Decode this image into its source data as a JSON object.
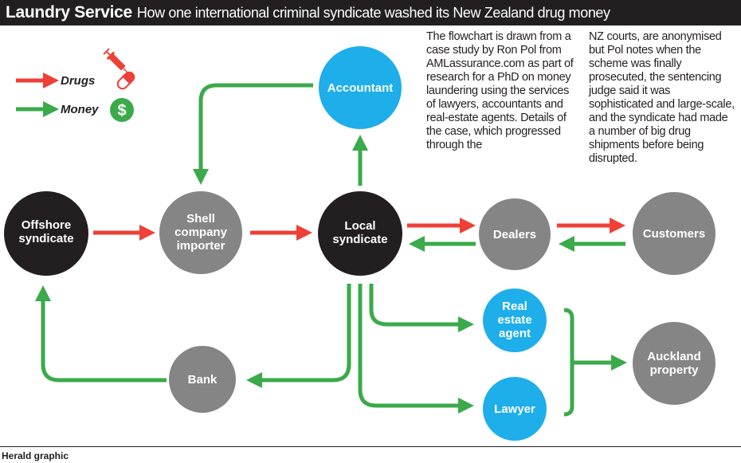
{
  "header": {
    "title": "Laundry Service",
    "subtitle": "How one international criminal syndicate washed its New Zealand drug money"
  },
  "legend": {
    "drugs_label": "Drugs",
    "money_label": "Money",
    "drugs_icon": "syringe-pill-icon",
    "money_icon": "dollar-coin-icon"
  },
  "colors": {
    "drugs": "#ee4036",
    "money": "#3aaa4a",
    "syndicate_node": "#231f20",
    "intermediary_node": "#858585",
    "professional_node": "#1eaeea"
  },
  "nodes": {
    "offshore": [
      "Offshore",
      "syndicate"
    ],
    "shell": [
      "Shell",
      "company",
      "importer"
    ],
    "local": [
      "Local",
      "syndicate"
    ],
    "accountant": [
      "Accountant"
    ],
    "dealers": [
      "Dealers"
    ],
    "customers": [
      "Customers"
    ],
    "real_estate": [
      "Real",
      "estate",
      "agent"
    ],
    "lawyer": [
      "Lawyer"
    ],
    "bank": [
      "Bank"
    ],
    "auckland": [
      "Auckland",
      "property"
    ]
  },
  "notes": {
    "column1": "The flowchart is drawn from a case study by Ron Pol from AMLassurance.com as part of research for a PhD on money laundering using the services of lawyers, accountants and real-estate agents. Details of the case, which progressed through the",
    "column2": "NZ courts, are anonymised but Pol notes when the scheme was finally prosecuted, the sentencing judge said it was sophisticated and large-scale, and the syndicate had made a number of big drug shipments before being disrupted."
  },
  "credit": "Herald graphic"
}
